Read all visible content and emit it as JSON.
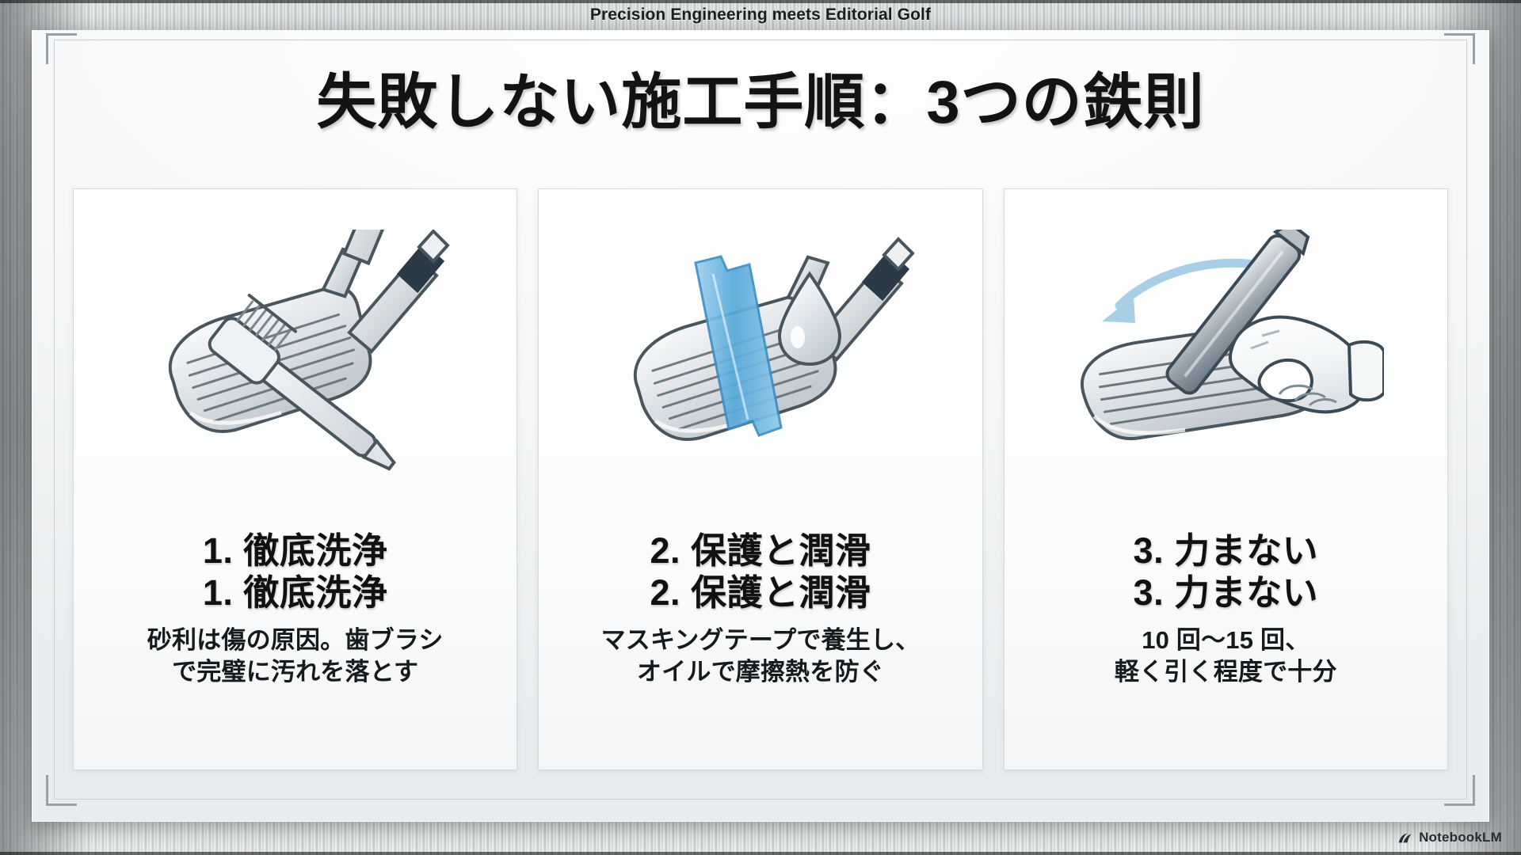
{
  "header": {
    "title": "Precision Engineering meets Editorial Golf"
  },
  "slide": {
    "title": "失敗しない施工手順：3つの鉄則",
    "cards": [
      {
        "illustration": "golf-iron-with-toothbrush-icon",
        "heading_line1": "1. 徹底洗浄",
        "heading_line2": "1. 徹底洗浄",
        "desc_line1": "砂利は傷の原因。歯ブラシ",
        "desc_line2": "で完璧に汚れを落とす"
      },
      {
        "illustration": "golf-iron-with-masking-tape-and-oil-drop-icon",
        "heading_line1": "2. 保護と潤滑",
        "heading_line2": "2. 保護と潤滑",
        "desc_line1": "マスキングテープで養生し、",
        "desc_line2": "オイルで摩擦熱を防ぐ"
      },
      {
        "illustration": "hand-pulling-tool-over-golf-iron-icon",
        "heading_line1": "3. 力まない",
        "heading_line2": "3. 力まない",
        "desc_line1": "10 回〜15 回、",
        "desc_line2": "軽く引く程度で十分"
      }
    ]
  },
  "badge": {
    "label": "NotebookLM",
    "icon": "notebooklm-logo-icon"
  },
  "colors": {
    "frame_metal": "#9ea5a8",
    "slide_bg": "#f4f6f7",
    "text_primary": "#111315",
    "card_border": "#d5dade",
    "accent_blue": "#5aa9db",
    "steel_gray": "#c8ced3"
  }
}
